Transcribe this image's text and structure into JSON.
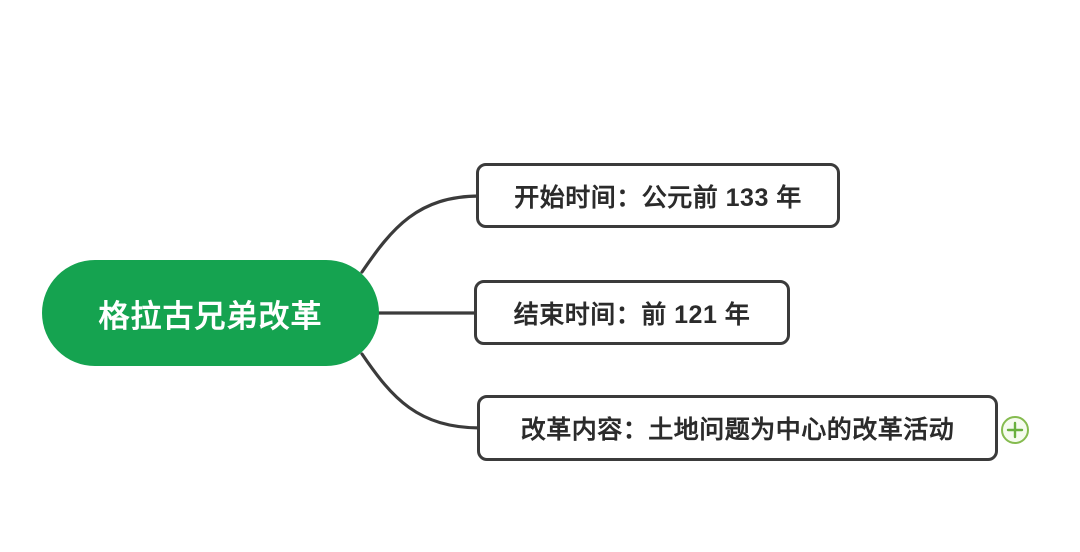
{
  "diagram": {
    "type": "mindmap",
    "root": {
      "label": "格拉古兄弟改革"
    },
    "children": [
      {
        "label": "开始时间：公元前 133 年"
      },
      {
        "label": "结束时间：前 121 年"
      },
      {
        "label": "改革内容：土地问题为中心的改革活动"
      }
    ],
    "add_button": {
      "icon": "plus-circle-icon"
    },
    "colors": {
      "root_fill": "#15a350",
      "root_text": "#ffffff",
      "node_border": "#3b3b3b",
      "node_text": "#2b2b2b",
      "connector": "#3b3b3b",
      "plus_circle_stroke": "#85bb4f",
      "plus_circle_fill": "#f5fbee",
      "plus_sign": "#68b03c",
      "canvas_background": "#ffffff"
    }
  }
}
